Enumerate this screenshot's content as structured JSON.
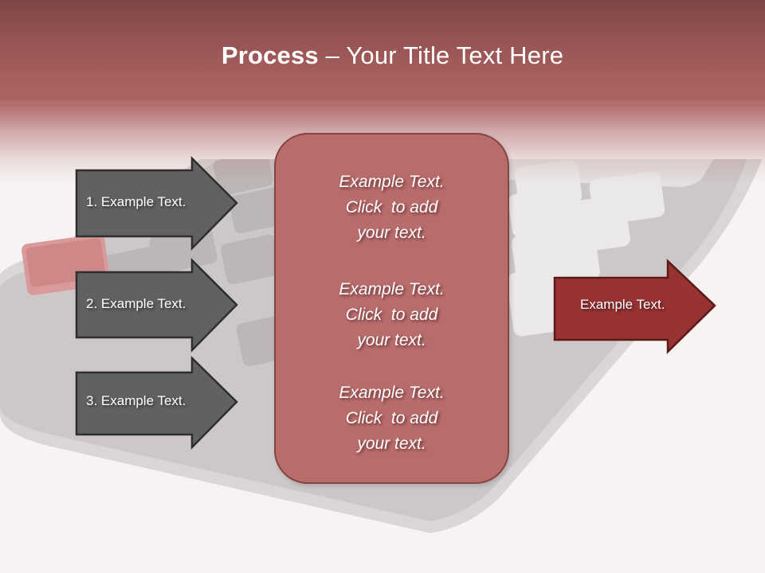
{
  "slide": {
    "title_bold": "Process",
    "title_rest": " – Your Title Text Here",
    "colors": {
      "header_dark": "#7d4646",
      "header_mid": "#ad6363",
      "background": "#f7f3f3",
      "input_arrow_fill": "#616161",
      "input_arrow_stroke": "#2e2e2e",
      "center_box_fill": "#b86c6c",
      "center_box_stroke": "#874343",
      "output_arrow_fill": "#983233",
      "output_arrow_stroke": "#5a1a1a"
    }
  },
  "inputs": [
    {
      "label": "1. Example Text."
    },
    {
      "label": "2. Example Text."
    },
    {
      "label": "3. Example Text."
    }
  ],
  "center": {
    "blocks": [
      {
        "line1": "Example Text.",
        "line2": "Click  to add",
        "line3": "your text."
      },
      {
        "line1": "Example Text.",
        "line2": "Click  to add",
        "line3": "your text."
      },
      {
        "line1": "Example Text.",
        "line2": "Click  to add",
        "line3": "your text."
      }
    ]
  },
  "output": {
    "label": "Example Text."
  }
}
